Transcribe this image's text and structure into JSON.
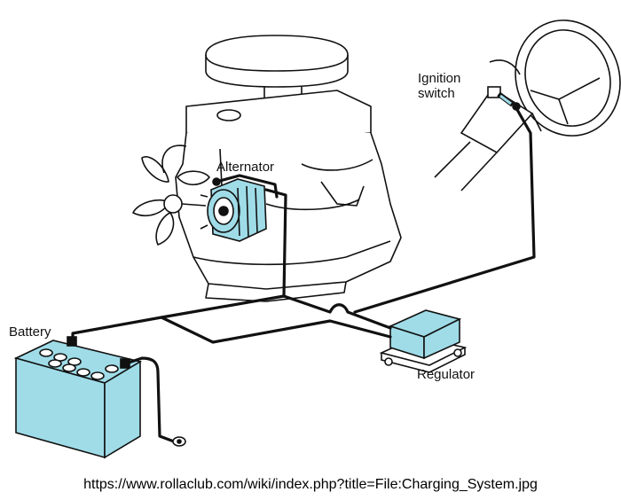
{
  "labels": {
    "ignition_line1": "Ignition",
    "ignition_line2": "switch",
    "alternator": "Alternator",
    "battery": "Battery",
    "regulator": "Regulator"
  },
  "caption": "https://www.rollaclub.com/wiki/index.php?title=File:Charging_System.jpg",
  "colors": {
    "component_fill": "#9fdce8",
    "line": "#111111",
    "background": "#ffffff"
  }
}
